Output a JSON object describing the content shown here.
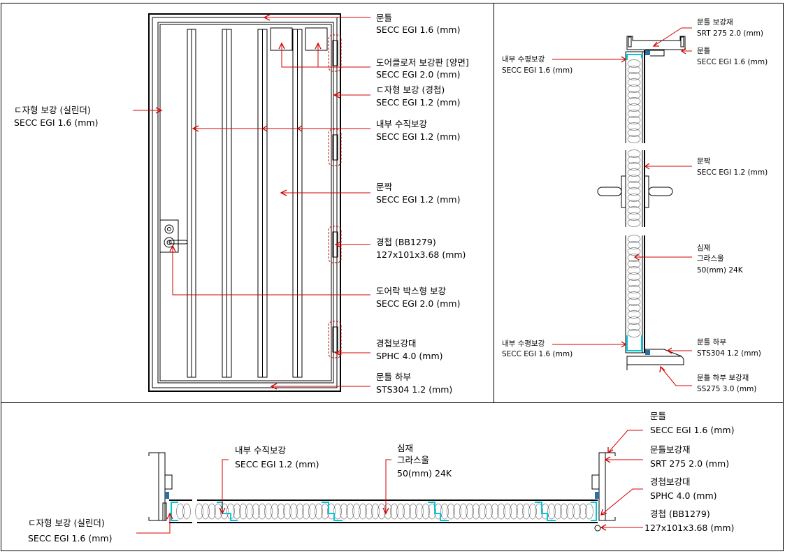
{
  "elevation": {
    "labels": [
      {
        "name": "문틀",
        "spec": "SECC EGI 1.6 (mm)"
      },
      {
        "name": "도어클로저 보강판 [양면]",
        "spec": "SECC EGI 2.0 (mm)"
      },
      {
        "name": "ㄷ자형 보강 (경첩)",
        "spec": "SECC EGI 1.2 (mm)"
      },
      {
        "name": "내부 수직보강",
        "spec": "SECC EGI 1.2 (mm)"
      },
      {
        "name": "문짝",
        "spec": "SECC EGI 1.2 (mm)"
      },
      {
        "name": "경첩 (BB1279)",
        "spec": "127x101x3.68 (mm)"
      },
      {
        "name": "도어락 박스형 보강",
        "spec": "SECC EGI 2.0 (mm)"
      },
      {
        "name": "경첩보강대",
        "spec": "SPHC 4.0 (mm)"
      },
      {
        "name": "문틀 하부",
        "spec": "STS304 1.2 (mm)"
      },
      {
        "name": "ㄷ자형 보강 (실린더)",
        "spec": "SECC EGI 1.6 (mm)"
      }
    ]
  },
  "vertical_section": {
    "labels": [
      {
        "name": "문틀 보강재",
        "spec": "SRT 275 2.0 (mm)"
      },
      {
        "name": "문틀",
        "spec": "SECC EGI 1.6 (mm)"
      },
      {
        "name": "내부 수평보강",
        "spec": "SECC EGI 1.6 (mm)"
      },
      {
        "name": "문짝",
        "spec": "SECC EGI 1.2 (mm)"
      },
      {
        "name": "심재",
        "spec": "그라스울",
        "spec2": "50(mm) 24K"
      },
      {
        "name": "내부 수평보강",
        "spec": "SECC EGI 1.6 (mm)"
      },
      {
        "name": "문틀 하부",
        "spec": "STS304 1.2 (mm)"
      },
      {
        "name": "문틀 하부 보강재",
        "spec": "SS275 3.0 (mm)"
      }
    ]
  },
  "horizontal_section": {
    "labels": [
      {
        "name": "내부 수직보강",
        "spec": "SECC EGI 1.2 (mm)"
      },
      {
        "name": "심재",
        "spec": "그라스울",
        "spec2": "50(mm) 24K"
      },
      {
        "name": "ㄷ자형 보강 (실린더)",
        "spec": "SECC EGI 1.6 (mm)"
      },
      {
        "name": "문틀",
        "spec": "SECC EGI 1.6 (mm)"
      },
      {
        "name": "문틀보강재",
        "spec": "SRT 275 2.0 (mm)"
      },
      {
        "name": "경첩보강대",
        "spec": "SPHC 4.0 (mm)"
      },
      {
        "name": "경첩 (BB1279)",
        "spec": "127x101x3.68 (mm)"
      }
    ]
  },
  "colors": {
    "leader": "#d40000",
    "reinforcement": "#00c8d8",
    "gasket": "#2f6fa0"
  }
}
